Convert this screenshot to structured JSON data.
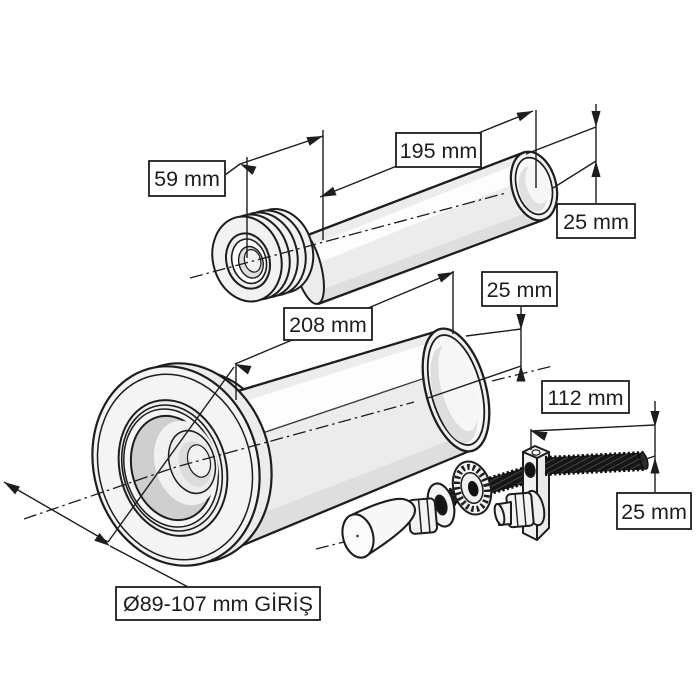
{
  "diagram": {
    "description_labels": {
      "upper_thread_length": "59 mm",
      "upper_pipe_length": "195 mm",
      "upper_pipe_diameter": "25 mm",
      "lower_pipe_length": "208 mm",
      "lower_pipe_end_diameter": "25 mm",
      "bolt_length": "112 mm",
      "bolt_diameter": "25 mm",
      "inlet_diameter": "Ø89-107 mm GİRİŞ"
    },
    "colors": {
      "line": "#1d1d1b",
      "background": "#ffffff",
      "body_fill": "#ececec",
      "highlight_fill": "#ffffff",
      "shadow_fill": "#d9d9d9",
      "rod_fill": "#161616"
    }
  }
}
